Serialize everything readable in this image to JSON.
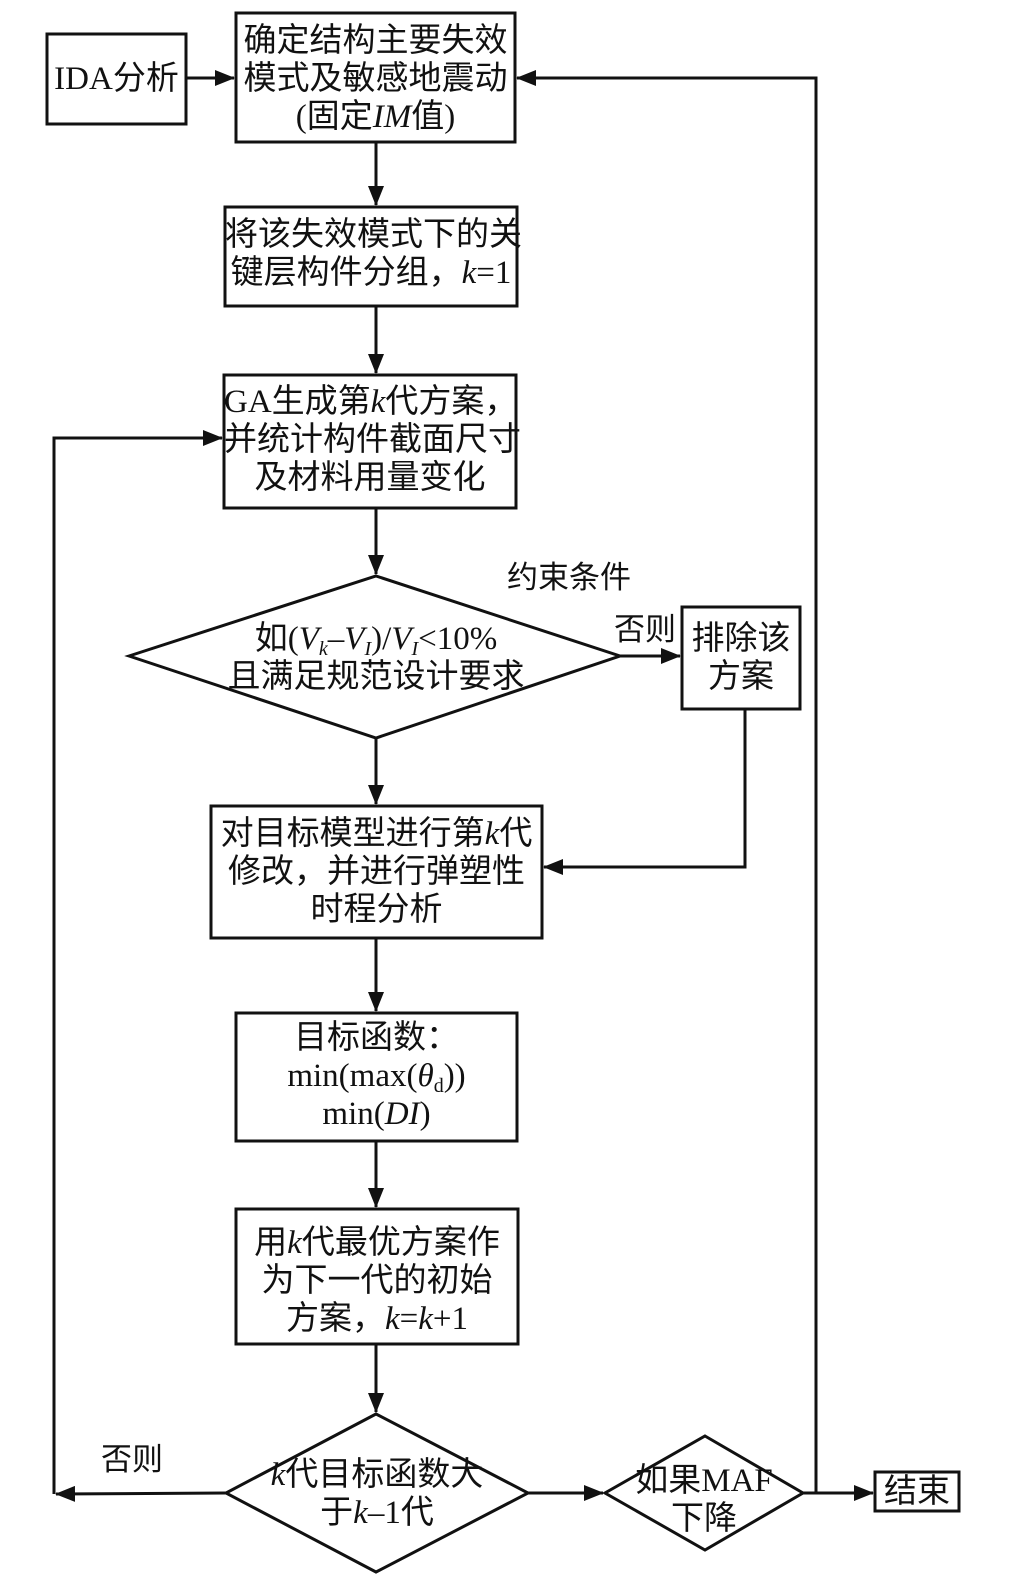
{
  "diagram": {
    "nodes": {
      "ida": {
        "lines": [
          "IDA分析"
        ]
      },
      "determine": {
        "lines": [
          "确定结构主要失效",
          "模式及敏感地震动",
          "(固定{IM}值)"
        ]
      },
      "group": {
        "lines": [
          "将该失效模式下的关",
          "键层构件分组，{k}=1"
        ]
      },
      "ga": {
        "lines": [
          "GA生成第{k}代方案，",
          "并统计构件截面尺寸",
          "及材料用量变化"
        ]
      },
      "constraint": {
        "lines": [
          "如(V_k–V_I)/V_I<10%",
          "且满足规范设计要求"
        ]
      },
      "exclude": {
        "lines": [
          "排除该",
          "方案"
        ]
      },
      "modify": {
        "lines": [
          "对目标模型进行第{k}代",
          "修改，并进行弹塑性",
          "时程分析"
        ]
      },
      "objective": {
        "lines": [
          "目标函数：",
          "min(max(θ_d))",
          "min({DI})"
        ]
      },
      "next": {
        "lines": [
          "用{k}代最优方案作",
          "为下一代的初始",
          "方案，{k}={k}+1"
        ]
      },
      "compare": {
        "lines": [
          "{k}代目标函数大",
          "于{k}–1代"
        ]
      },
      "maf": {
        "lines": [
          "如果MAF",
          "下降"
        ]
      },
      "end": {
        "lines": [
          "结束"
        ]
      }
    },
    "edge_labels": {
      "constraint_title": "约束条件",
      "else_exclude": "否则",
      "else_loop": "否则"
    }
  }
}
